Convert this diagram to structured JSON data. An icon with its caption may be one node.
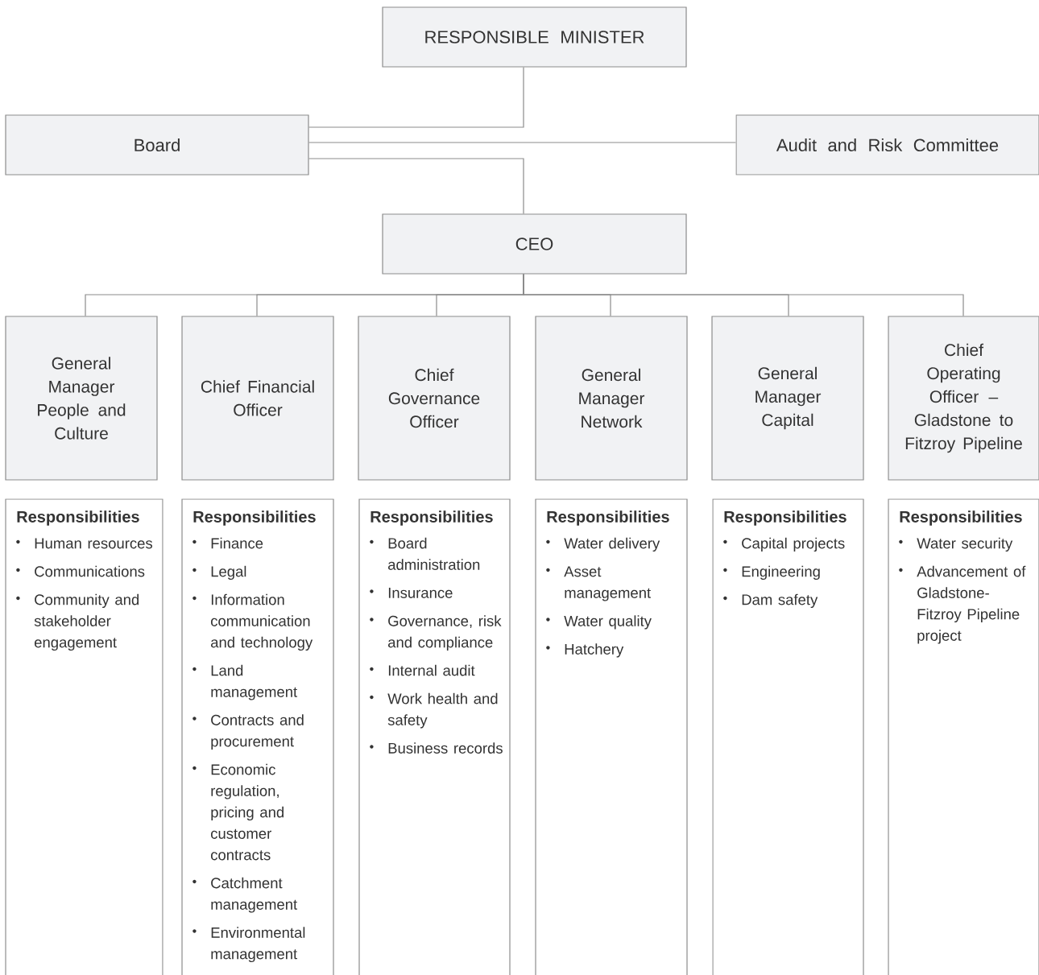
{
  "diagram": {
    "nodes": [
      {
        "text": [
          "RESPONSIBLE MINISTER"
        ]
      },
      {
        "text": [
          "Board"
        ]
      },
      {
        "text": [
          "Audit and Risk Committee"
        ]
      },
      {
        "text": [
          "CEO"
        ]
      },
      {
        "text": [
          "General Manager People and Culture"
        ]
      },
      {
        "text": [
          "Chief Financial Officer"
        ]
      },
      {
        "text": [
          "Chief Governance Officer"
        ]
      },
      {
        "text": [
          "General Manager Network"
        ]
      },
      {
        "text": [
          "General Manager Capital"
        ]
      },
      {
        "text": [
          "Chief Operating Officer – Gladstone to Fitzroy Pipeline"
        ]
      },
      {
        "text": [
          "Responsibilities",
          "Human resources",
          "Communications",
          "Community and stakeholder engagement"
        ]
      },
      {
        "text": [
          "Responsibilities",
          "Finance",
          "Legal",
          "Information communication and technology",
          "Land management",
          "Contracts and procurement",
          "Economic regulation, pricing and customer contracts",
          "Catchment management",
          "Environmental management"
        ]
      },
      {
        "text": [
          "Responsibilities",
          "Board administration",
          "Insurance",
          "Governance, risk and compliance",
          "Internal audit",
          "Work health and safety",
          "Business records"
        ]
      },
      {
        "text": [
          "Responsibilities",
          "Water delivery",
          "Asset management",
          "Water quality",
          "Hatchery"
        ]
      },
      {
        "text": [
          "Responsibilities",
          "Capital projects",
          "Engineering",
          "Dam safety"
        ]
      },
      {
        "text": [
          "Responsibilities",
          "Water security",
          "Advancement of Gladstone-Fitzroy Pipeline project"
        ]
      }
    ],
    "edges": [
      {
        "from": 0,
        "to": 1,
        "arrow": "none"
      },
      {
        "from": 1,
        "to": 2,
        "arrow": "none"
      },
      {
        "from": 1,
        "to": 3,
        "arrow": "none"
      },
      {
        "from": 3,
        "to": 4,
        "arrow": "none"
      },
      {
        "from": 3,
        "to": 5,
        "arrow": "none"
      },
      {
        "from": 3,
        "to": 6,
        "arrow": "none"
      },
      {
        "from": 3,
        "to": 7,
        "arrow": "none"
      },
      {
        "from": 3,
        "to": 8,
        "arrow": "none"
      },
      {
        "from": 3,
        "to": 9,
        "arrow": "none"
      }
    ]
  }
}
